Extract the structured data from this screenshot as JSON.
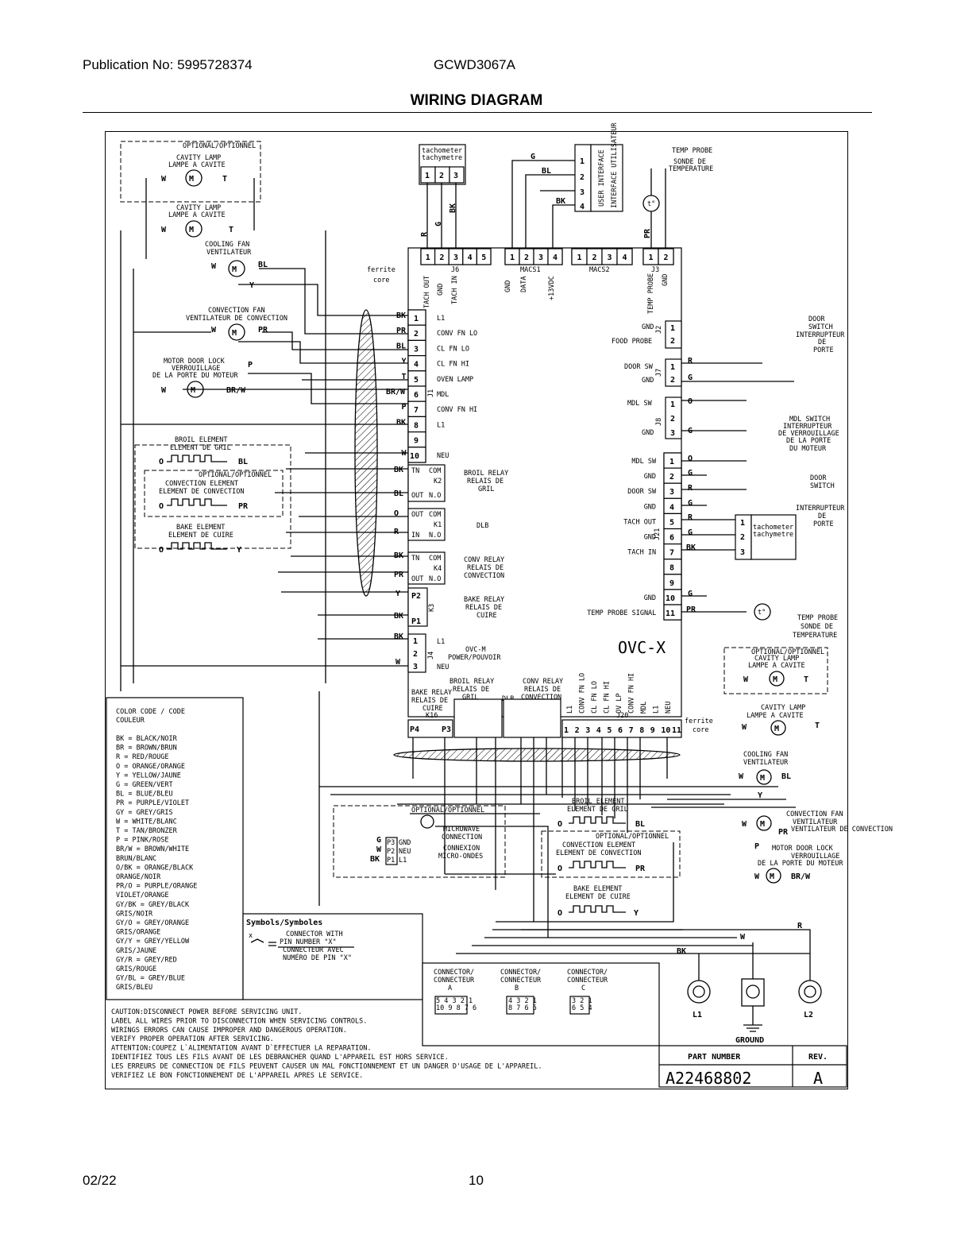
{
  "header": {
    "publication": "Publication No: 5995728374",
    "model": "GCWD3067A",
    "title": "WIRING DIAGRAM"
  },
  "footer": {
    "date": "02/22",
    "page": "10"
  },
  "diagram": {
    "board_name": "OVC-X",
    "ferrite_core": "ferrite",
    "ferrite_core2": "core",
    "components": {
      "optional": "OPTIONAL/OPTIONNEL",
      "cavity_lamp": "CAVITY LAMP",
      "cavity_lamp_fr": "LAMPE A CAVITE",
      "cooling_fan": "COOLING FAN",
      "cooling_fan_fr": "VENTILATEUR",
      "convection_fan": "CONVECTION FAN",
      "convection_fan_fr": "VENTILATEUR DE CONVECTION",
      "motor_door_lock": "MOTOR DOOR LOCK",
      "motor_door_lock_fr1": "VERROUILLAGE",
      "motor_door_lock_fr2": "DE LA PORTE DU MOTEUR",
      "broil_element": "BROIL ELEMENT",
      "broil_element_fr": "ELEMENT DE GRIL",
      "convection_element": "CONVECTION ELEMENT",
      "convection_element_fr": "ELEMENT DE CONVECTION",
      "bake_element": "BAKE ELEMENT",
      "bake_element_fr": "ELEMENT DE CUIRE",
      "tachometer": "tachometer",
      "tachometer_fr": "tachymetre",
      "user_interface": "USER INTERFACE",
      "user_interface_fr": "INTERFACE UTILISATEUR",
      "temp_probe": "TEMP PROBE",
      "temp_probe_fr1": "SONDE DE",
      "temp_probe_fr2": "TEMPERATURE",
      "door_switch": "DOOR",
      "door_switch2": "SWITCH",
      "door_switch_fr1": "INTERRUPTEUR",
      "door_switch_fr2": "DE",
      "door_switch_fr3": "PORTE",
      "mdl_switch": "MDL SWITCH",
      "mdl_switch_fr1": "INTERRUPTEUR",
      "mdl_switch_fr2": "DE VERROUILLAGE",
      "mdl_switch_fr3": "DE LA PORTE",
      "mdl_switch_fr4": "DU MOTEUR",
      "microwave": "MICROWAVE",
      "microwave2": "CONNECTION",
      "microwave_fr1": "CONNEXION",
      "microwave_fr2": "MICRO-ONDES",
      "ground": "GROUND",
      "l1": "L1",
      "l2": "L2"
    },
    "j1_pins": [
      {
        "n": "1",
        "wire": "BK",
        "label": "L1"
      },
      {
        "n": "2",
        "wire": "PR",
        "label": "CONV FN LO"
      },
      {
        "n": "3",
        "wire": "BL",
        "label": "CL FN LO"
      },
      {
        "n": "4",
        "wire": "Y",
        "label": "CL FN HI"
      },
      {
        "n": "5",
        "wire": "T",
        "label": "OVEN LAMP"
      },
      {
        "n": "6",
        "wire": "BR/W",
        "label": "MDL"
      },
      {
        "n": "7",
        "wire": "P",
        "label": "CONV FN HI"
      },
      {
        "n": "8",
        "wire": "BK",
        "label": "L1"
      },
      {
        "n": "9",
        "wire": "",
        "label": ""
      },
      {
        "n": "10",
        "wire": "W",
        "label": "NEU"
      }
    ],
    "j21_pins": [
      {
        "n": "1",
        "label": "MDL SW",
        "wire": "O"
      },
      {
        "n": "2",
        "label": "GND",
        "wire": "G"
      },
      {
        "n": "3",
        "label": "DOOR SW",
        "wire": "R"
      },
      {
        "n": "4",
        "label": "GND",
        "wire": "G"
      },
      {
        "n": "5",
        "label": "TACH OUT",
        "wire": "R"
      },
      {
        "n": "6",
        "label": "GND",
        "wire": "G"
      },
      {
        "n": "7",
        "label": "TACH IN",
        "wire": "BK"
      },
      {
        "n": "8",
        "label": "",
        "wire": ""
      },
      {
        "n": "9",
        "label": "",
        "wire": ""
      },
      {
        "n": "10",
        "label": "GND",
        "wire": "G"
      },
      {
        "n": "11",
        "label": "TEMP PROBE SIGNAL",
        "wire": "PR"
      }
    ],
    "j6": {
      "name": "J6",
      "pins": [
        "1",
        "2",
        "3",
        "4",
        "5"
      ],
      "labels": [
        "TACH OUT",
        "GND",
        "TACH IN"
      ]
    },
    "macs1": {
      "name": "MACS1",
      "pins": [
        "1",
        "2",
        "3",
        "4"
      ],
      "labels": [
        "GND",
        "DATA",
        "+13VDC"
      ]
    },
    "macs2": {
      "name": "MACS2",
      "pins": [
        "1",
        "2",
        "3",
        "4"
      ]
    },
    "j3": {
      "name": "J3",
      "pins": [
        "1",
        "2"
      ],
      "labels": [
        "TEMP PROBE",
        "GND"
      ]
    },
    "relays": {
      "broil": "BROIL RELAY",
      "broil_fr1": "RELAIS DE",
      "broil_fr2": "GRIL",
      "dlb": "DLB",
      "conv": "CONV RELAY",
      "conv_fr1": "RELAIS DE",
      "conv_fr2": "CONVECTION",
      "bake": "BAKE RELAY",
      "bake_fr1": "RELAIS DE",
      "bake_fr2": "CUIRE",
      "power": "OVC-M",
      "power_fr": "POWER/POUVOIR"
    },
    "j2": {
      "label": "FOOD PROBE",
      "gnd": "GND"
    },
    "j7": {
      "label1": "DOOR SW",
      "label2": "GND"
    },
    "j8": {
      "label1": "MDL SW",
      "label2": "GND"
    },
    "j20_pins": [
      "1",
      "2",
      "3",
      "4",
      "5",
      "6",
      "7",
      "8",
      "9",
      "10",
      "11"
    ],
    "j20_labels": [
      "L1",
      "CONV FN LO",
      "CL FN LO",
      "CL FN HI",
      "OV LP",
      "CONV FN HI",
      "MDL",
      "L1",
      "NEU"
    ]
  },
  "color_code": {
    "title": "COLOR CODE / CODE",
    "title2": "COULEUR",
    "rows": [
      "BK = BLACK/NOIR",
      "BR = BROWN/BRUN",
      "R  = RED/ROUGE",
      "O  = ORANGE/ORANGE",
      "Y  = YELLOW/JAUNE",
      "G = GREEN/VERT",
      "BL = BLUE/BLEU",
      "PR = PURPLE/VIOLET",
      "GY = GREY/GRIS",
      "W  = WHITE/BLANC",
      "T  = TAN/BRONZER",
      "P = PINK/ROSE",
      "BR/W = BROWN/WHITE",
      "       BRUN/BLANC",
      "O/BK = ORANGE/BLACK",
      "       ORANGE/NOIR",
      "PR/O = PURPLE/ORANGE",
      "       VIOLET/ORANGE",
      "GY/BK = GREY/BLACK",
      "        GRIS/NOIR",
      "GY/O = GREY/ORANGE",
      "       GRIS/ORANGE",
      "GY/Y = GREY/YELLOW",
      "       GRIS/JAUNE",
      "GY/R = GREY/RED",
      "       GRIS/ROUGE",
      "GY/BL = GREY/BLUE",
      "        GRIS/BLEU"
    ]
  },
  "symbols": {
    "title": "Symbols/Symboles",
    "line1": "CONNECTOR WITH",
    "line2": "PIN NUMBER \"X\"",
    "line3": "CONNECTEUR AVEC",
    "line4": "NUMÉRO DE PIN \"X\""
  },
  "connectors": [
    {
      "title": "CONNECTOR/",
      "title2": "CONNECTEUR",
      "letter": "A"
    },
    {
      "title": "CONNECTOR/",
      "title2": "CONNECTEUR",
      "letter": "B"
    },
    {
      "title": "CONNECTOR/",
      "title2": "CONNECTEUR",
      "letter": "C"
    }
  ],
  "caution": {
    "lines": [
      "CAUTION:DISCONNECT POWER BEFORE SERVICING UNIT.",
      "   LABEL ALL WIRES PRIOR TO DISCONNECTION WHEN SERVICING CONTROLS.",
      "   WIRINGS ERRORS CAN CAUSE IMPROPER AND DANGEROUS OPERATION.",
      "   VERIFY PROPER OPERATION AFTER SERVICING.",
      "ATTENTION:COUPEZ L`ALIMENTATION AVANT D`EFFECTUER LA REPARATION.",
      "   IDENTIFIEZ TOUS LES FILS AVANT DE LES DEBRANCHER QUAND L'APPAREIL EST HORS SERVICE.",
      "   LES ERREURS DE CONNECTION DE FILS PEUVENT CAUSER UN MAL FONCTIONNEMENT ET UN DANGER D'USAGE DE L'APPAREIL.",
      "   VERIFIEZ LE BON FONCTIONNEMENT DE L'APPAREIL APRES LE SERVICE."
    ]
  },
  "part": {
    "part_label": "PART NUMBER",
    "rev_label": "REV.",
    "part_number": "A22468802",
    "rev": "A"
  }
}
